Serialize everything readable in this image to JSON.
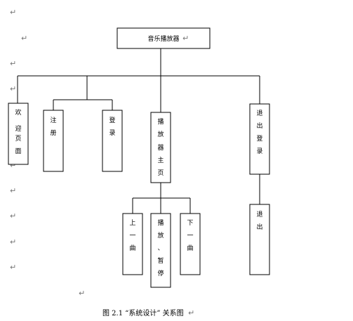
{
  "paragraph_mark": "↵",
  "nodes": {
    "root": "音乐播放器",
    "welcome": [
      "欢",
      "迎",
      "页",
      "面"
    ],
    "register": [
      "注",
      "册"
    ],
    "login": [
      "登",
      "录"
    ],
    "player_main": [
      "播",
      "放",
      "器",
      "主",
      "页"
    ],
    "logout": [
      "退",
      "出",
      "登",
      "录"
    ],
    "prev": [
      "上",
      "一",
      "曲"
    ],
    "play_pause": [
      "播",
      "放",
      "、",
      "暂",
      "停"
    ],
    "next": [
      "下",
      "一",
      "曲"
    ],
    "exit": [
      "退",
      "出"
    ]
  },
  "caption": "图 2.1 “系统设计” 关系图"
}
